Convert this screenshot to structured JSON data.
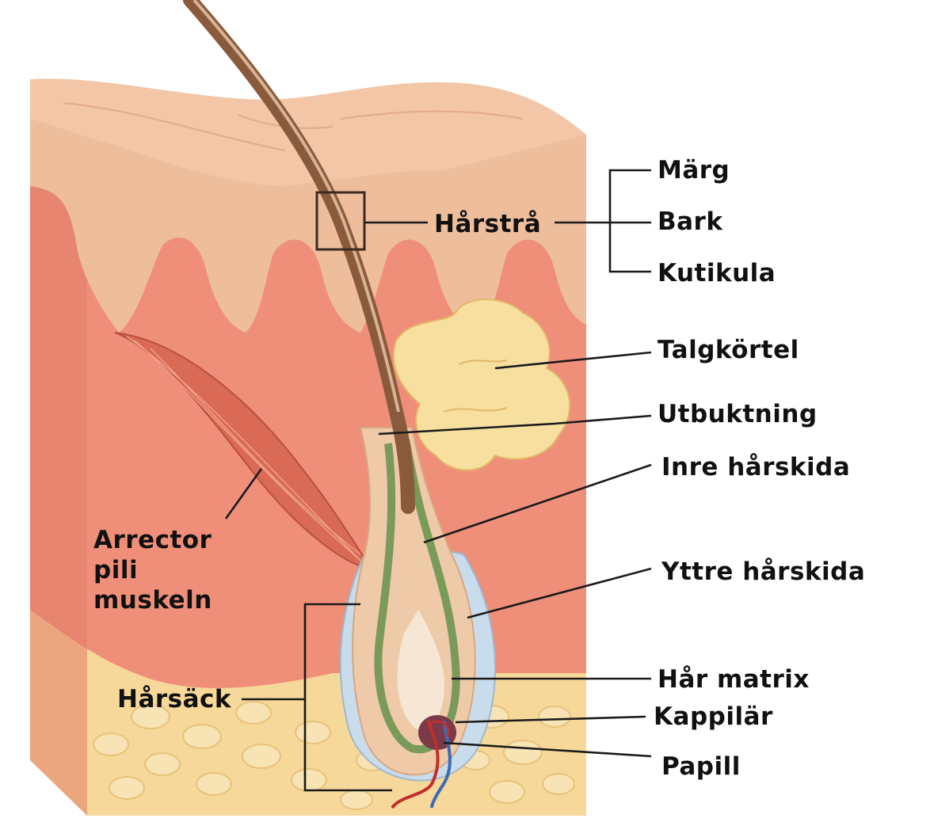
{
  "labels": {
    "marg": "Märg",
    "bark": "Bark",
    "kutikula": "Kutikula",
    "harstra": "Hårstrå",
    "talgkortel": "Talgkörtel",
    "utbuktning": "Utbuktning",
    "inre_harskida": "Inre hårskida",
    "yttre_harskida": "Yttre hårskida",
    "har_matrix": "Hår matrix",
    "kappilar": "Kappilär",
    "papill": "Papill",
    "arrector_line1": "Arrector",
    "arrector_line2": "pili",
    "arrector_line3": "muskeln",
    "harsack": "Hårsäck"
  },
  "colors": {
    "epidermis_top": "#f2c6a6",
    "epidermis": "#eebd9c",
    "dermis": "#ef8f7a",
    "dermis_side": "#e07a64",
    "fat": "#f6d89a",
    "fat_cell": "#f8e3b4",
    "hair_shaft": "#8a5a3c",
    "sebaceous": "#f7dfa0",
    "muscle": "#d96a55",
    "inner_sheath": "#7a9a5a",
    "outer_sheath": "#c9dceb",
    "capillary_red": "#c0302a",
    "capillary_blue": "#3a6ab8"
  }
}
